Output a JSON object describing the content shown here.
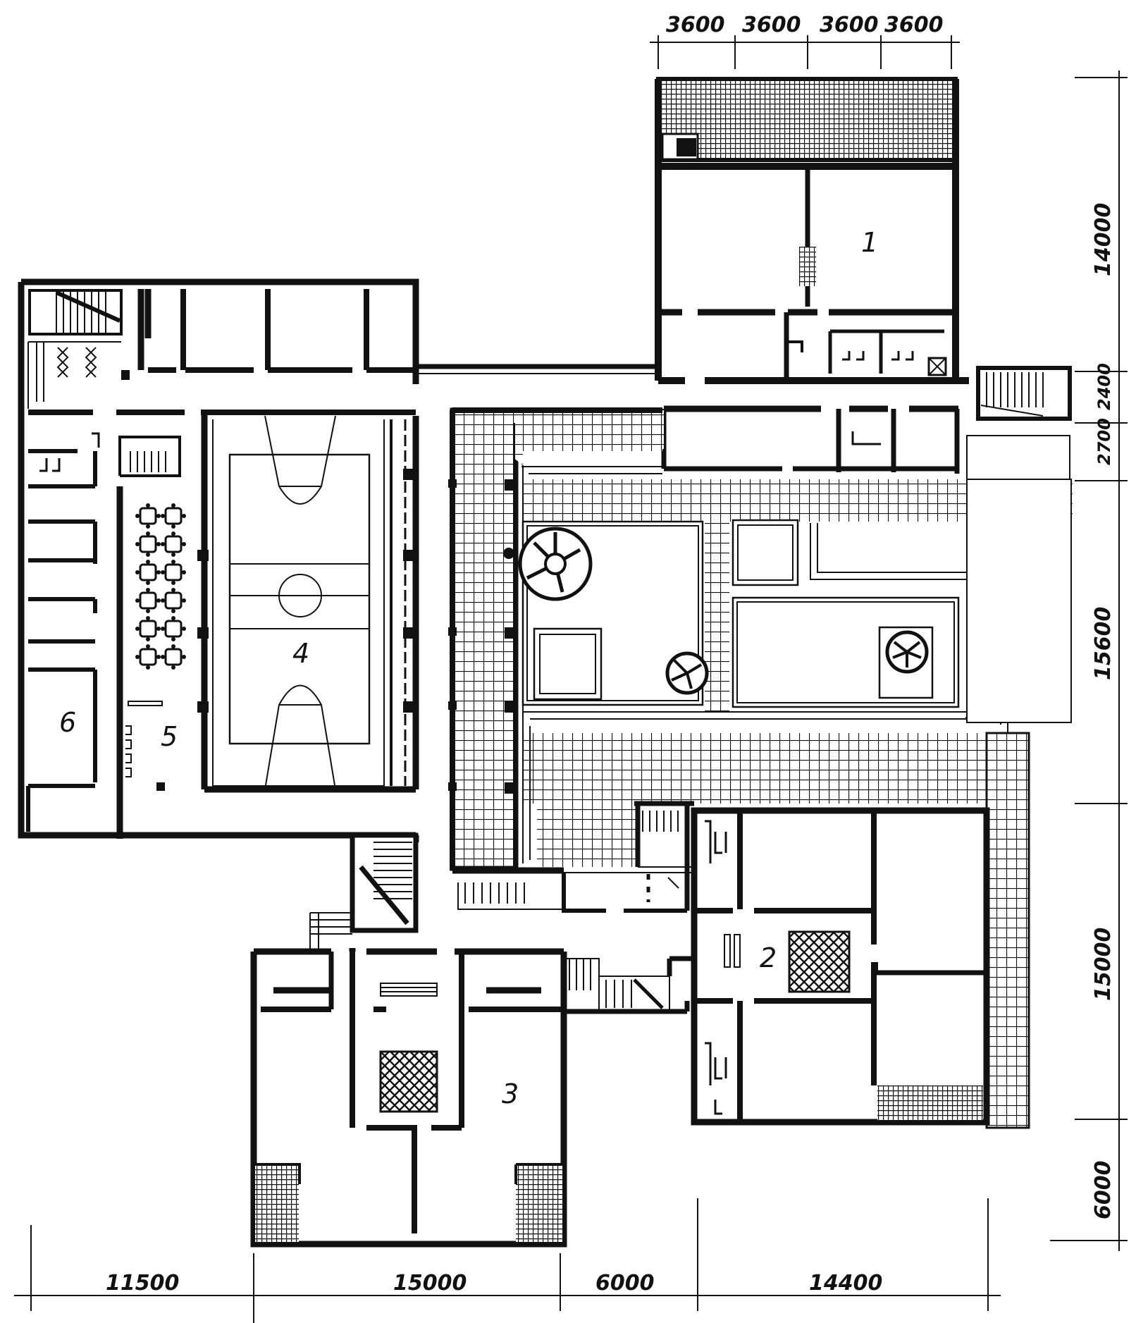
{
  "plan": {
    "top_dimensions": [
      "3600",
      "3600",
      "3600",
      "3600"
    ],
    "bottom_dimensions": [
      "11500",
      "15000",
      "6000",
      "14400"
    ],
    "right_dimensions": [
      "14000",
      "2400",
      "2700",
      "15600",
      "15000",
      "6000"
    ],
    "room_labels": [
      "1",
      "2",
      "3",
      "4",
      "5",
      "6"
    ]
  },
  "colors": {
    "ink": "#111111",
    "paper": "#ffffff"
  }
}
